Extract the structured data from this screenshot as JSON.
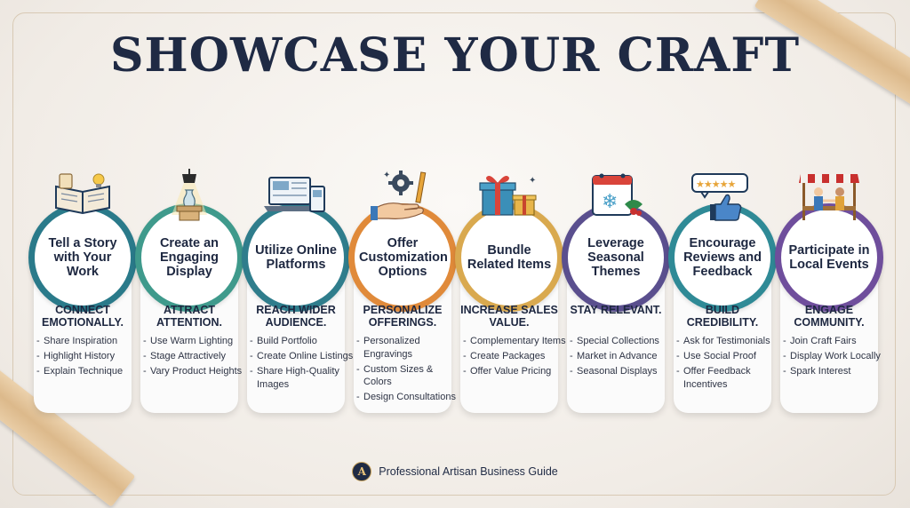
{
  "title": "SHOWCASE YOUR CRAFT",
  "footer": {
    "logo_letter": "A",
    "text": "Professional Artisan Business Guide"
  },
  "steps": [
    {
      "label": "Tell a Story with Your Work",
      "headline": "CONNECT EMOTIONALLY.",
      "bullets": [
        "Share Inspiration",
        "Highlight History",
        "Explain Technique"
      ],
      "color": "#2a7a8a",
      "icon": "open-book-icon"
    },
    {
      "label": "Create an Engaging Display",
      "headline": "ATTRACT ATTENTION.",
      "bullets": [
        "Use Warm Lighting",
        "Stage Attractively",
        "Vary Product Heights"
      ],
      "color": "#3f9a8c",
      "icon": "spotlight-vase-icon"
    },
    {
      "label": "Utilize Online Platforms",
      "headline": "REACH WIDER AUDIENCE.",
      "bullets": [
        "Build Portfolio",
        "Create Online Listings",
        "Share High-Quality Images"
      ],
      "color": "#2f7d8c",
      "icon": "laptop-phone-icon"
    },
    {
      "label": "Offer Customization Options",
      "headline": "PERSONALIZE OFFERINGS.",
      "bullets": [
        "Personalized Engravings",
        "Custom Sizes & Colors",
        "Design Consultations"
      ],
      "color": "#e08a3a",
      "icon": "gear-hand-icon"
    },
    {
      "label": "Bundle Related Items",
      "headline": "INCREASE SALES VALUE.",
      "bullets": [
        "Complementary Items",
        "Create Packages",
        "Offer Value Pricing"
      ],
      "color": "#d9a94f",
      "icon": "gift-boxes-icon"
    },
    {
      "label": "Leverage Seasonal Themes",
      "headline": "STAY RELEVANT.",
      "bullets": [
        "Special Collections",
        "Market in Advance",
        "Seasonal Displays"
      ],
      "color": "#5a4f8e",
      "icon": "calendar-snowflake-icon"
    },
    {
      "label": "Encourage Reviews and Feedback",
      "headline": "BUILD CREDIBILITY.",
      "bullets": [
        "Ask for Testimonials",
        "Use Social Proof",
        "Offer Feedback Incentives"
      ],
      "color": "#2f8a96",
      "icon": "rating-thumbs-up-icon"
    },
    {
      "label": "Participate in Local Events",
      "headline": "ENGAGE COMMUNITY.",
      "bullets": [
        "Join Craft Fairs",
        "Display Work Locally",
        "Spark Interest"
      ],
      "color": "#6f4e9c",
      "icon": "market-stall-icon"
    }
  ]
}
